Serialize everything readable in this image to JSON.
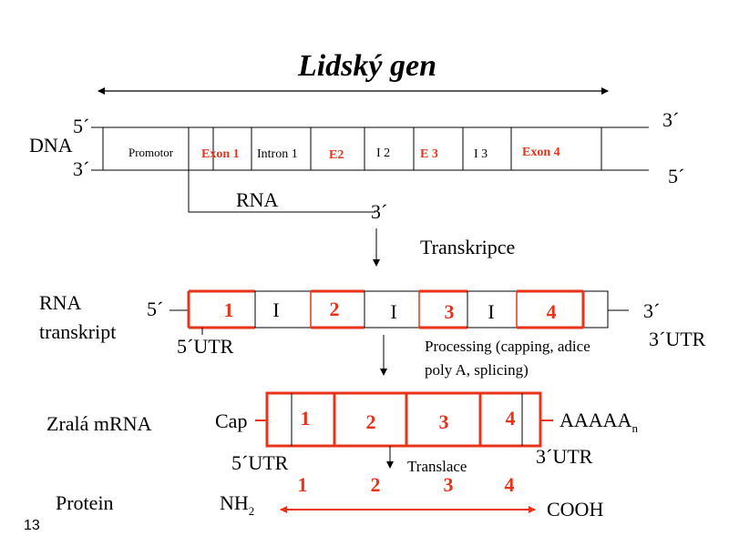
{
  "title": "Lidský gen",
  "slide_number": "13",
  "colors": {
    "text": "#000000",
    "accent": "#e8331b"
  },
  "dna": {
    "label": "DNA",
    "top_left": "5´",
    "bottom_left": "3´",
    "top_right": "3´",
    "bottom_right": "5´",
    "segments": [
      "Promotor",
      "Exon 1",
      "Intron 1",
      "E2",
      "I 2",
      "E 3",
      "I 3",
      "Exon  4"
    ],
    "rna_label": "RNA",
    "rna_end": "3´",
    "step_label": "Transkripce"
  },
  "transcript": {
    "label_line1": "RNA",
    "label_line2": "transkript",
    "left_end": "5´",
    "right_end": "3´",
    "left_utr": "5´UTR",
    "right_utr": "3´UTR",
    "segments": [
      "1",
      "I",
      "2",
      "I",
      "3",
      "I",
      "4"
    ],
    "step_line1": "Processing (capping, adice",
    "step_line2": "poly A, splicing)"
  },
  "mrna": {
    "label": "Zralá mRNA",
    "cap": "Cap",
    "tail": "AAAAA",
    "tail_sub": "n",
    "segments": [
      "1",
      "2",
      "3",
      "4"
    ],
    "left_utr": "5´UTR",
    "right_utr": "3´UTR",
    "step_label": "Translace"
  },
  "protein": {
    "label": "Protein",
    "nh": "NH",
    "nh_sub": "2",
    "cooh": "COOH",
    "numbers": [
      "1",
      "2",
      "3",
      "4"
    ]
  }
}
